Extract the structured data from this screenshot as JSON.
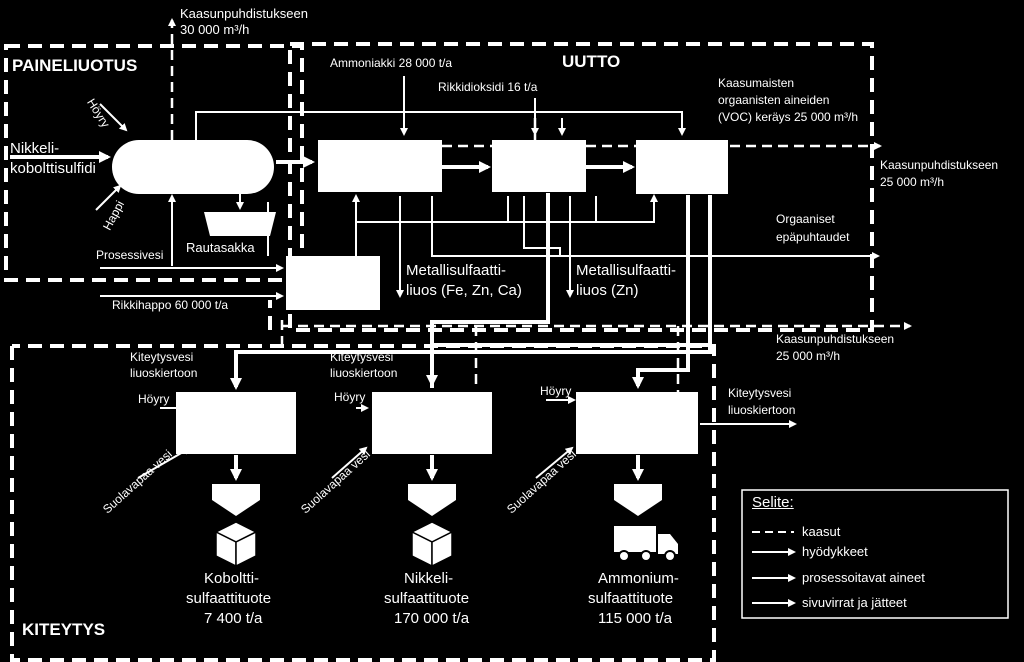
{
  "sections": {
    "paineliuotus": "PAINELIUOTUS",
    "uutto": "UUTTO",
    "kiteytys": "KITEYTYS"
  },
  "labels": {
    "gas_top_1": "Kaasunpuhdistukseen",
    "gas_top_2": "30 000 m³/h",
    "hoyry_top": "Höyry",
    "feed_1": "Nikkeli-",
    "feed_2": "kobolttisulfidi",
    "happi": "Happi",
    "rautasakka": "Rautasakka",
    "prosessivesi": "Prosessivesi",
    "rikkihappo": "Rikkihappo 60 000 t/a",
    "ammoniakki": "Ammoniakki 28 000 t/a",
    "rikkidioksidi": "Rikkidioksidi 16 t/a",
    "voc_1": "Kaasumaisten",
    "voc_2": "orgaanisten aineiden",
    "voc_3": "(VOC) keräys 25 000 m³/h",
    "gas_right_1": "Kaasunpuhdistukseen",
    "gas_right_2": "25 000 m³/h",
    "org_1": "Orgaaniset",
    "org_2": "epäpuhtaudet",
    "metal1_1": "Metallisulfaatti-",
    "metal1_2": "liuos (Fe, Zn, Ca)",
    "metal2_1": "Metallisulfaatti-",
    "metal2_2": "liuos (Zn)",
    "gas_mid_1": "Kaasunpuhdistukseen",
    "gas_mid_2": "25 000 m³/h",
    "kvesi1_1": "Kiteytysvesi",
    "kvesi1_2": "liuoskiertoon",
    "kvesi2_1": "Kiteytysvesi",
    "kvesi2_2": "liuoskiertoon",
    "kvesi3_1": "Kiteytysvesi",
    "kvesi3_2": "liuoskiertoon",
    "hoyry1": "Höyry",
    "hoyry2": "Höyry",
    "hoyry3": "Höyry",
    "suola1": "Suolavapaa vesi",
    "suola2": "Suolavapaa vesi",
    "suola3": "Suolavapaa vesi",
    "p1_1": "Koboltti-",
    "p1_2": "sulfaattituote",
    "p1_3": "7 400 t/a",
    "p2_1": "Nikkeli-",
    "p2_2": "sulfaattituote",
    "p2_3": "170 000 t/a",
    "p3_1": "Ammonium-",
    "p3_2": "sulfaattituote",
    "p3_3": "115 000 t/a"
  },
  "legend": {
    "title": "Selite:",
    "items": [
      "kaasut",
      "hyödykkeet",
      "prosessoitavat aineet",
      "sivuvirrat ja jätteet"
    ]
  },
  "icons": [
    "box-icon",
    "box-icon",
    "truck-icon"
  ],
  "colors": {
    "background": "#000000",
    "foreground": "#ffffff"
  }
}
